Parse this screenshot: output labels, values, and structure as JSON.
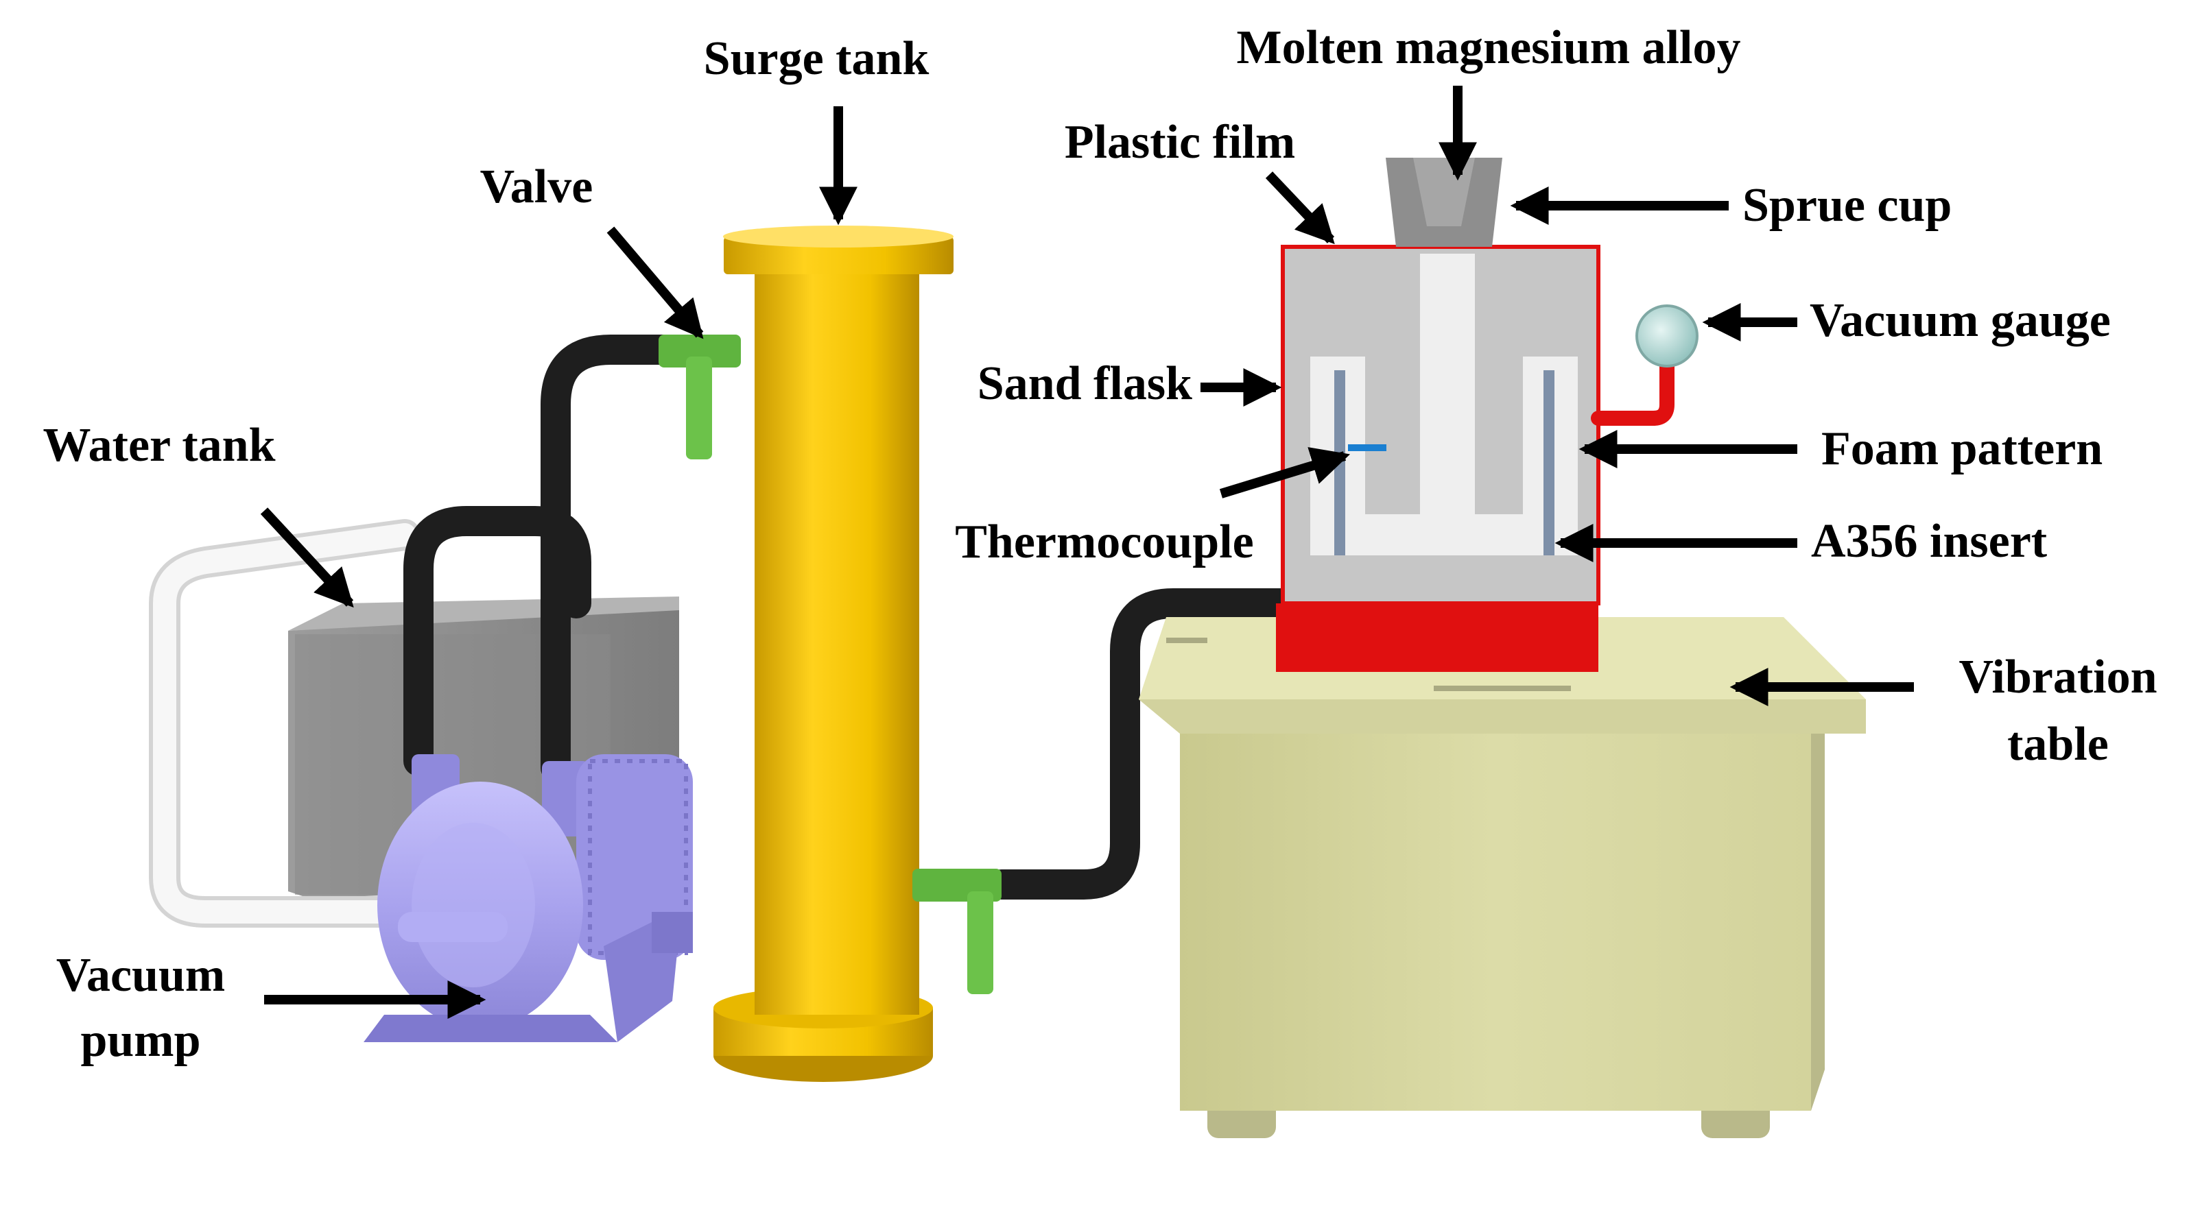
{
  "labels": {
    "surge_tank": "Surge tank",
    "molten_alloy": "Molten magnesium alloy",
    "plastic_film": "Plastic film",
    "valve": "Valve",
    "sprue_cup": "Sprue cup",
    "vacuum_gauge": "Vacuum gauge",
    "sand_flask": "Sand flask",
    "water_tank": "Water tank",
    "foam_pattern": "Foam pattern",
    "thermocouple": "Thermocouple",
    "a356_insert": "A356 insert",
    "vibration_table_line1": "Vibration",
    "vibration_table_line2": "table",
    "vacuum_pump_line1": "Vacuum",
    "vacuum_pump_line2": "pump"
  },
  "colors": {
    "surge_tank": "#f2c200",
    "valve": "#6cc24a",
    "vacuum_pump": "#a9a3ee",
    "water_tank": "#8f8f8f",
    "pipe": "#222222",
    "white_pipe": "#f4f4f4",
    "sand_flask": "#c6c6c6",
    "foam_pattern": "#efefef",
    "plastic_film": "#e01010",
    "vibration_table": "#e4e4b2",
    "vacuum_gauge": "#b9dcd9",
    "thermocouple_tip": "#1a7fd1"
  }
}
